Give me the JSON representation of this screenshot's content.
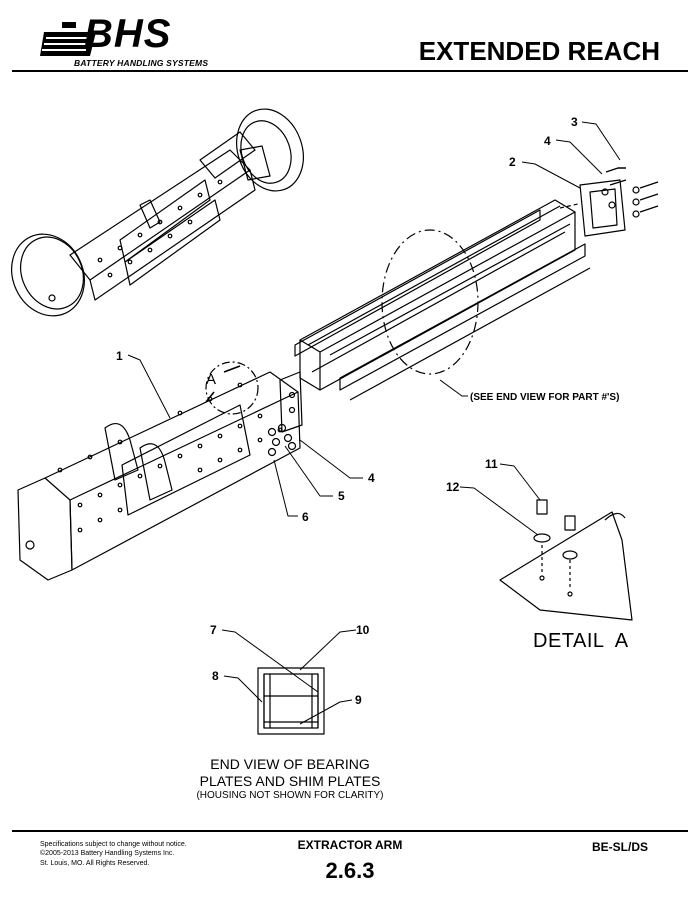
{
  "header": {
    "logo_text": "BHS",
    "logo_subtitle": "BATTERY HANDLING SYSTEMS",
    "title": "EXTENDED REACH"
  },
  "callouts": [
    "1",
    "2",
    "3",
    "4",
    "4",
    "5",
    "6",
    "7",
    "8",
    "9",
    "10",
    "11",
    "12"
  ],
  "notes": {
    "see_end_view": "(SEE END VIEW FOR PART #'S)",
    "detail_letter": "A"
  },
  "end_view_caption": {
    "line1": "END VIEW OF BEARING",
    "line2": "PLATES AND SHIM PLATES",
    "line3": "(HOUSING NOT SHOWN FOR CLARITY)"
  },
  "detail_caption": "DETAIL  A",
  "footer": {
    "legal": [
      "Specifications subject to change without notice.",
      "©2005-2013 Battery Handling Systems Inc.",
      "St. Louis, MO.  All Rights Reserved."
    ],
    "section_title": "EXTRACTOR ARM",
    "section_number": "2.6.3",
    "doc_code": "BE-SL/DS"
  }
}
